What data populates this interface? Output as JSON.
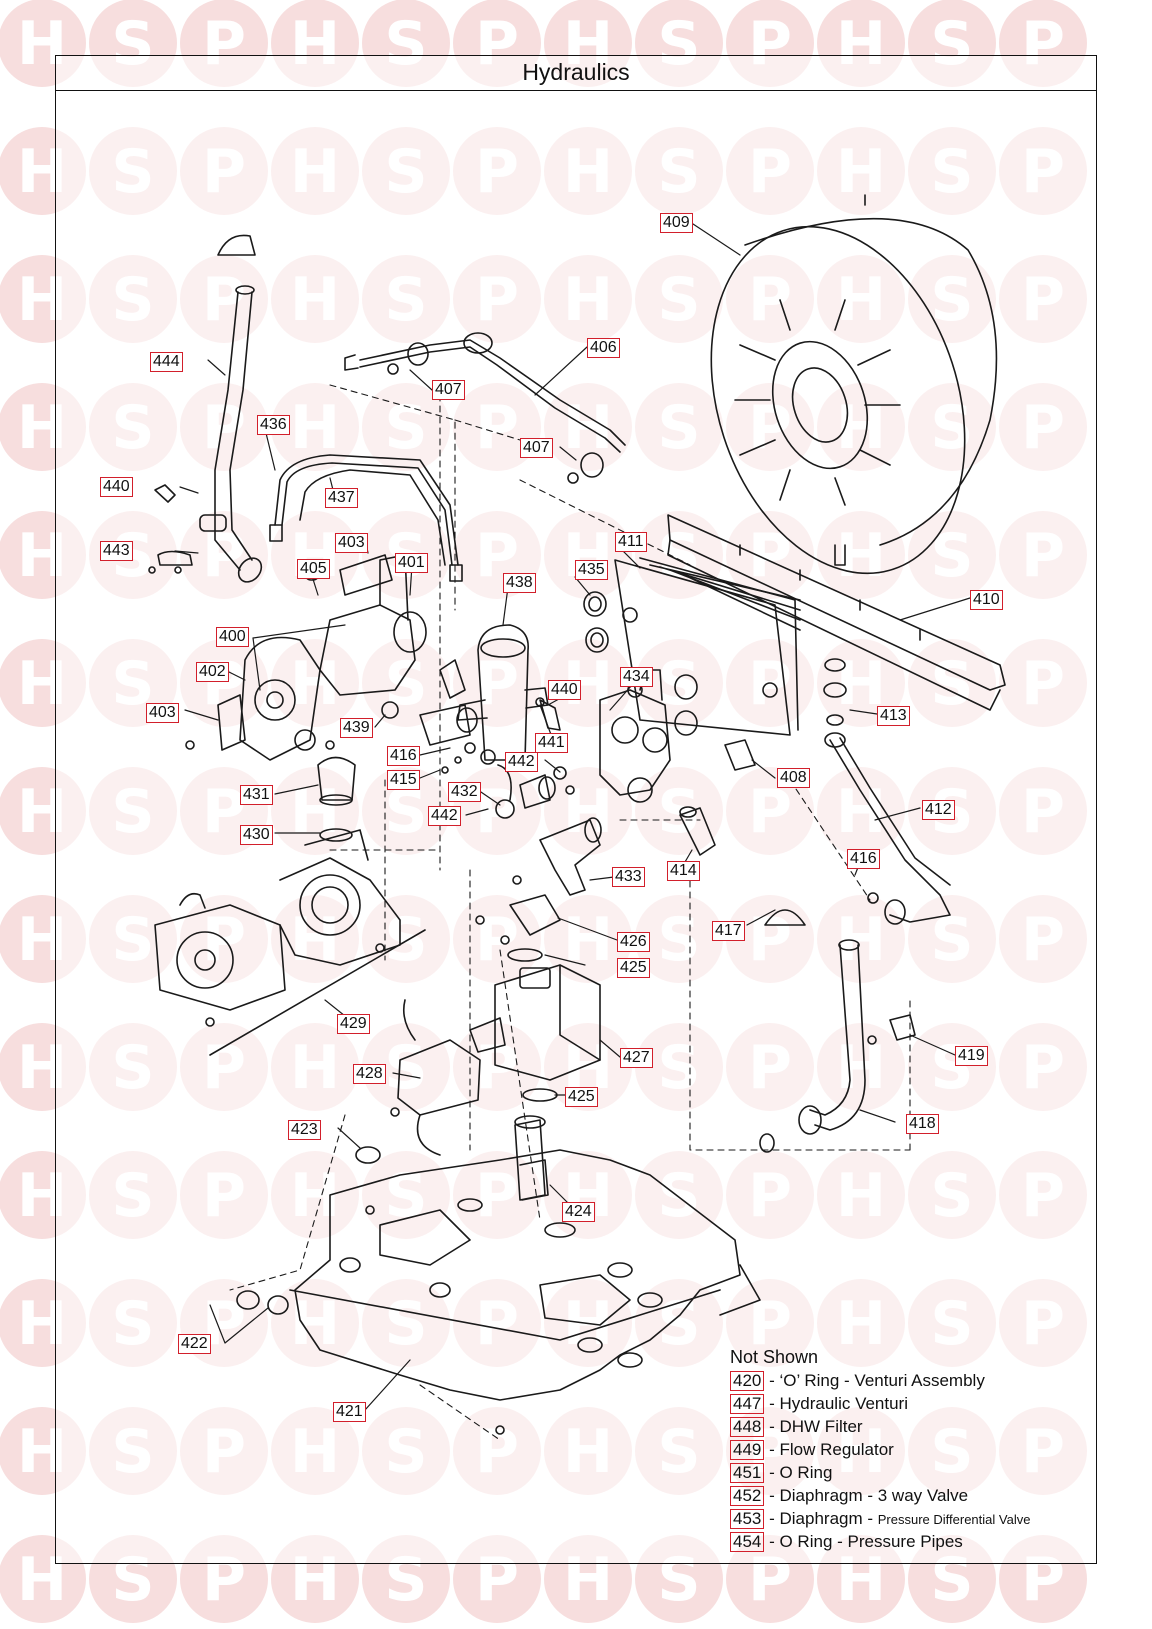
{
  "title": "Hydraulics",
  "watermark": {
    "letters": [
      "H",
      "S",
      "P"
    ],
    "circle_color": "#f7dede",
    "letter_color": "#ffffff"
  },
  "colors": {
    "callout_border": "#d21f2b",
    "line": "#1a1a1a",
    "frame": "#111111"
  },
  "callouts": [
    {
      "id": "c409",
      "label": "409"
    },
    {
      "id": "c406",
      "label": "406"
    },
    {
      "id": "c407a",
      "label": "407"
    },
    {
      "id": "c444",
      "label": "444"
    },
    {
      "id": "c436",
      "label": "436"
    },
    {
      "id": "c407b",
      "label": "407"
    },
    {
      "id": "c437",
      "label": "437"
    },
    {
      "id": "c440a",
      "label": "440"
    },
    {
      "id": "c443",
      "label": "443"
    },
    {
      "id": "c403a",
      "label": "403"
    },
    {
      "id": "c405",
      "label": "405"
    },
    {
      "id": "c401",
      "label": "401"
    },
    {
      "id": "c438",
      "label": "438"
    },
    {
      "id": "c435",
      "label": "435"
    },
    {
      "id": "c411",
      "label": "411"
    },
    {
      "id": "c410",
      "label": "410"
    },
    {
      "id": "c400",
      "label": "400"
    },
    {
      "id": "c402",
      "label": "402"
    },
    {
      "id": "c434",
      "label": "434"
    },
    {
      "id": "c440b",
      "label": "440"
    },
    {
      "id": "c403b",
      "label": "403"
    },
    {
      "id": "c439",
      "label": "439"
    },
    {
      "id": "c413",
      "label": "413"
    },
    {
      "id": "c441",
      "label": "441"
    },
    {
      "id": "c416a",
      "label": "416"
    },
    {
      "id": "c442a",
      "label": "442"
    },
    {
      "id": "c415",
      "label": "415"
    },
    {
      "id": "c408",
      "label": "408"
    },
    {
      "id": "c431",
      "label": "431"
    },
    {
      "id": "c432",
      "label": "432"
    },
    {
      "id": "c412",
      "label": "412"
    },
    {
      "id": "c442b",
      "label": "442"
    },
    {
      "id": "c430",
      "label": "430"
    },
    {
      "id": "c414",
      "label": "414"
    },
    {
      "id": "c416b",
      "label": "416"
    },
    {
      "id": "c433",
      "label": "433"
    },
    {
      "id": "c417",
      "label": "417"
    },
    {
      "id": "c426",
      "label": "426"
    },
    {
      "id": "c425a",
      "label": "425"
    },
    {
      "id": "c429",
      "label": "429"
    },
    {
      "id": "c419",
      "label": "419"
    },
    {
      "id": "c427",
      "label": "427"
    },
    {
      "id": "c428",
      "label": "428"
    },
    {
      "id": "c425b",
      "label": "425"
    },
    {
      "id": "c418",
      "label": "418"
    },
    {
      "id": "c423",
      "label": "423"
    },
    {
      "id": "c424",
      "label": "424"
    },
    {
      "id": "c422",
      "label": "422"
    },
    {
      "id": "c421",
      "label": "421"
    }
  ],
  "not_shown": {
    "title": "Not Shown",
    "items": [
      {
        "code": "420",
        "sep": " - ",
        "text": "‘O’ Ring - Venturi Assembly",
        "small": ""
      },
      {
        "code": "447",
        "sep": " - ",
        "text": "Hydraulic Venturi",
        "small": ""
      },
      {
        "code": "448",
        "sep": " - ",
        "text": "DHW Filter",
        "small": ""
      },
      {
        "code": "449",
        "sep": " - ",
        "text": "Flow Regulator",
        "small": ""
      },
      {
        "code": "451",
        "sep": " - ",
        "text": "O Ring",
        "small": ""
      },
      {
        "code": "452",
        "sep": " - ",
        "text": "Diaphragm - 3 way Valve",
        "small": ""
      },
      {
        "code": "453",
        "sep": " - ",
        "text": "Diaphragm - ",
        "small": "Pressure Differential Valve"
      },
      {
        "code": "454",
        "sep": " - ",
        "text": "O Ring - Pressure Pipes",
        "small": ""
      }
    ]
  }
}
